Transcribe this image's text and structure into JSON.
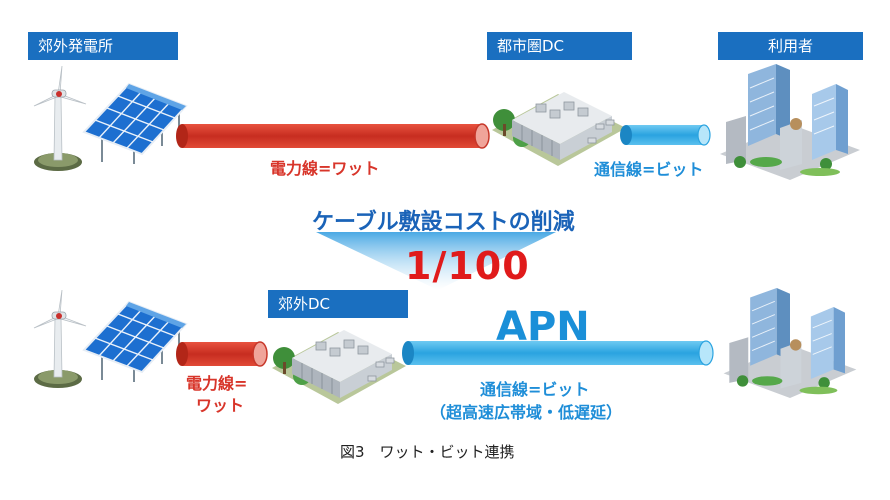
{
  "top": {
    "plant_label": "郊外発電所",
    "dc_label": "都市圏DC",
    "user_label": "利用者",
    "power_line_text": "電力線=ワット",
    "comm_line_text": "通信線=ビット"
  },
  "middle": {
    "headline": "ケーブル敷設コストの削減",
    "ratio": "1/100"
  },
  "bottom": {
    "dc_label": "郊外DC",
    "apn_label": "APN",
    "power_line_text_1": "電力線=",
    "power_line_text_2": "ワット",
    "comm_line_text": "通信線=ビット",
    "comm_line_sub": "（超高速広帯域・低遅延）"
  },
  "caption": "図3　ワット・ビット連携",
  "colors": {
    "label_bg": "#1a6fc0",
    "power_red": "#d8352a",
    "comm_blue": "#1f8ed8",
    "ratio_red": "#e01b1b"
  },
  "icons": [
    "wind-turbine-icon",
    "solar-panel-icon",
    "data-center-icon",
    "city-buildings-icon"
  ]
}
